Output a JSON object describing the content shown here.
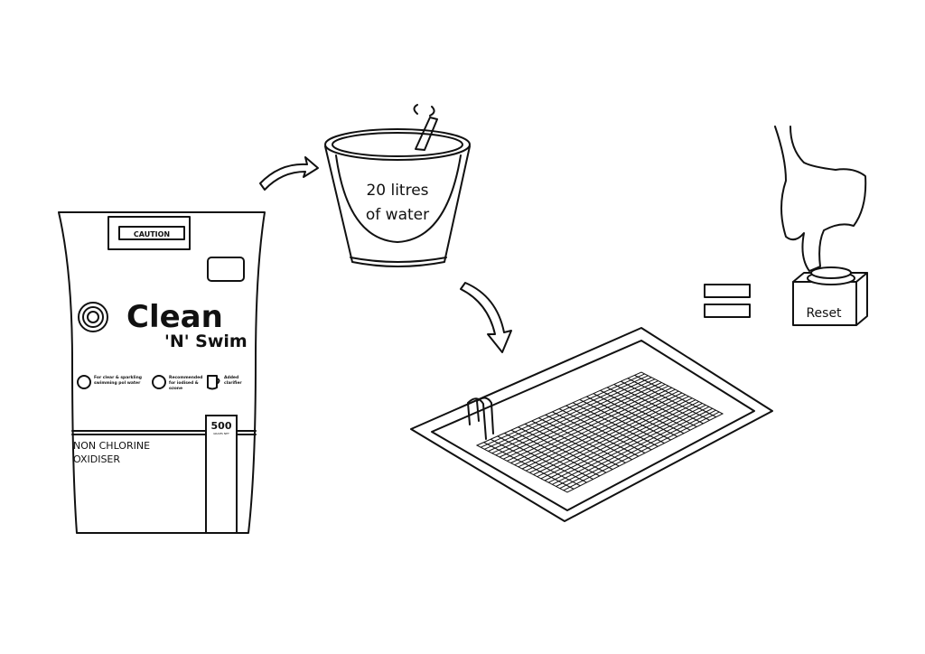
{
  "package": {
    "caution_label": "CAUTION",
    "brand_line1": "Clean",
    "brand_line2": "'N' Swim",
    "features": [
      {
        "line1": "For clear & sparkling",
        "line2": "swimming pol water",
        "line3": ""
      },
      {
        "line1": "Recommended",
        "line2": "for iodised &",
        "line3": "ozone"
      },
      {
        "line1": "Added",
        "line2": "clarifier",
        "line3": ""
      }
    ],
    "weight_value": "500",
    "weight_unit": "GRAMS NET",
    "product_line1": "NON CHLORINE",
    "product_line2": "OXIDISER"
  },
  "bucket": {
    "line1": "20 litres",
    "line2": "of water"
  },
  "reset_button": {
    "label": "Reset"
  }
}
